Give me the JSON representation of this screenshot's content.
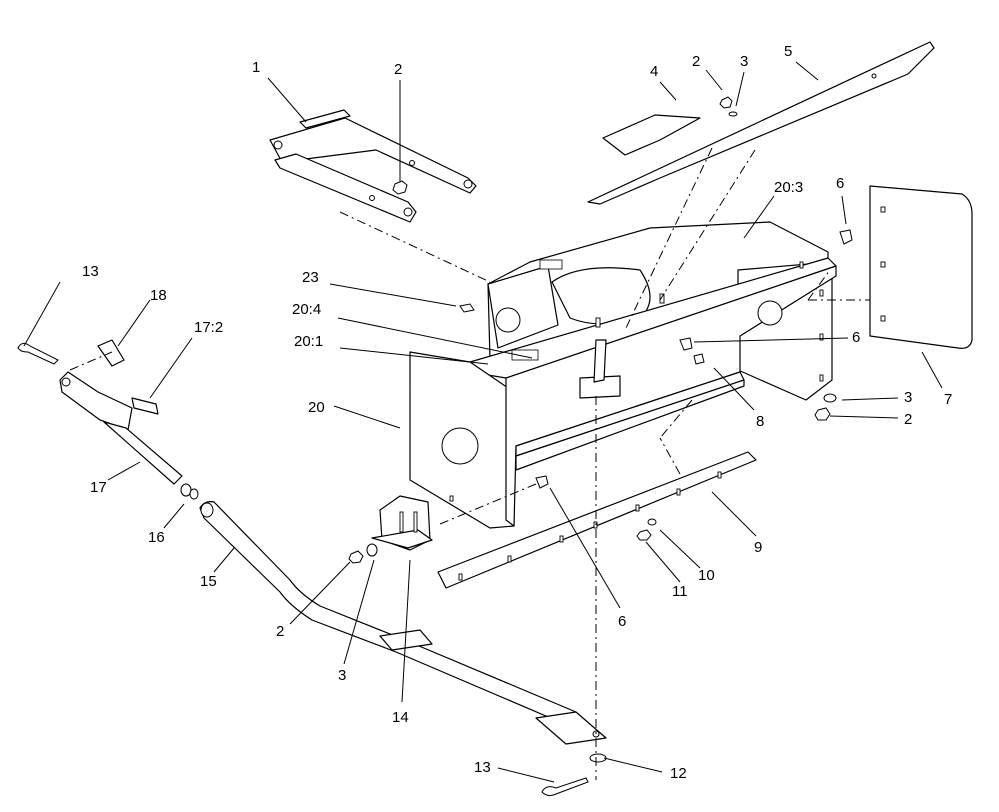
{
  "diagram": {
    "callouts": {
      "c1": "1",
      "c2_top": "2",
      "c4": "4",
      "c2_shield": "2",
      "c3_shield": "3",
      "c5": "5",
      "c20_3": "20:3",
      "c6_top": "6",
      "c13_top": "13",
      "c18": "18",
      "c17_2": "17:2",
      "c23": "23",
      "c20_4": "20:4",
      "c20_1": "20:1",
      "c6_mid": "6",
      "c20": "20",
      "c8": "8",
      "c3_right": "3",
      "c7": "7",
      "c2_right": "2",
      "c17": "17",
      "c16": "16",
      "c15": "15",
      "c9": "9",
      "c10": "10",
      "c11": "11",
      "c2_bottom": "2",
      "c6_bottom": "6",
      "c3_bottom": "3",
      "c14": "14",
      "c13_bottom": "13",
      "c12": "12"
    }
  }
}
